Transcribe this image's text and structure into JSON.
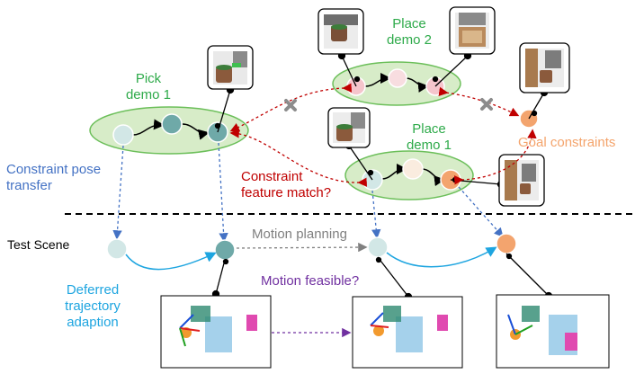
{
  "labels": {
    "pick_demo_1": [
      "Pick",
      "demo 1"
    ],
    "place_demo_2": [
      "Place",
      "demo 2"
    ],
    "place_demo_1": [
      "Place",
      "demo 1"
    ],
    "goal_constraints": "Goal constraints",
    "constraint_pose_transfer": [
      "Constraint pose",
      "transfer"
    ],
    "constraint_feature_match": [
      "Constraint",
      "feature match?"
    ],
    "test_scene": "Test Scene",
    "motion_planning": "Motion planning",
    "motion_feasible": "Motion feasible?",
    "deferred_trajectory_adaption": [
      "Deferred",
      "trajectory",
      "adaption"
    ]
  },
  "colors": {
    "green_label": "#2eaa4a",
    "ellipse_fill": "#d7ecc8",
    "ellipse_stroke": "#6cbf5a",
    "teal_node": "#6fa9a8",
    "light_teal_node": "#d2e7e6",
    "pink_node": "#f5c5cc",
    "peach_node": "#f6dccb",
    "orange_node": "#f3a46e",
    "blue_dashed": "#4472c4",
    "red_dashed": "#c00000",
    "gray_text": "#808080",
    "purple": "#7030a0",
    "cyan": "#1ea5e0",
    "goal_orange": "#f4a46c"
  },
  "icons": [
    "cross-mark-icon",
    "robot-gripper-icon",
    "mug-icon",
    "point-cloud-icon"
  ]
}
